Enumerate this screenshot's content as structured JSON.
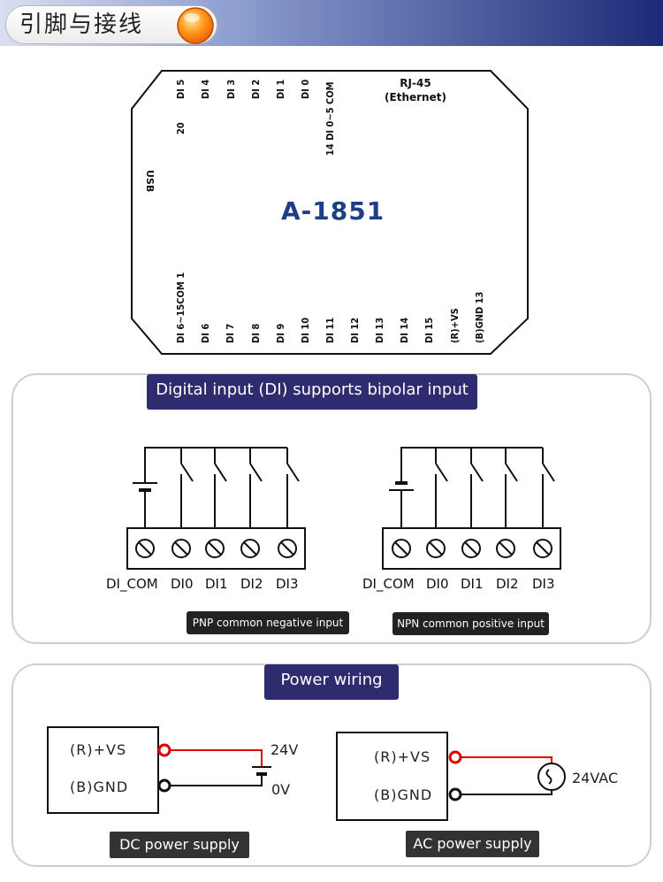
{
  "header": {
    "title": "引脚与接线"
  },
  "device": {
    "model": "A-1851",
    "rj45_line1": "RJ-45",
    "rj45_line2": "(Ethernet)",
    "usb": "USB",
    "top_pins": [
      "DI 5",
      "DI 4",
      "DI 3",
      "DI 2",
      "DI 1",
      "DI 0",
      "14 DI 0~5 COM"
    ],
    "top_pin_number": "20",
    "bottom_pins": [
      "DI 6~15COM 1",
      "DI 6",
      "DI 7",
      "DI 8",
      "DI 9",
      "DI 10",
      "DI 11",
      "DI 12",
      "DI 13",
      "DI 14",
      "DI 15",
      "(R)+VS",
      "(B)GND  13"
    ]
  },
  "di_section": {
    "title": "Digital input (DI) supports bipolar input",
    "terminals": [
      "DI_COM",
      "DI0",
      "DI1",
      "DI2",
      "DI3"
    ],
    "pnp_caption": "PNP common negative input",
    "npn_caption": "NPN common positive input"
  },
  "power_section": {
    "title": "Power wiring",
    "dc": {
      "vs": "(R)+VS",
      "gnd": "(B)GND",
      "v_pos": "24V",
      "v_neg": "0V",
      "caption": "DC power supply"
    },
    "ac": {
      "vs": "(R)+VS",
      "gnd": "(B)GND",
      "v_ac": "24VAC",
      "caption": "AC power supply"
    }
  }
}
